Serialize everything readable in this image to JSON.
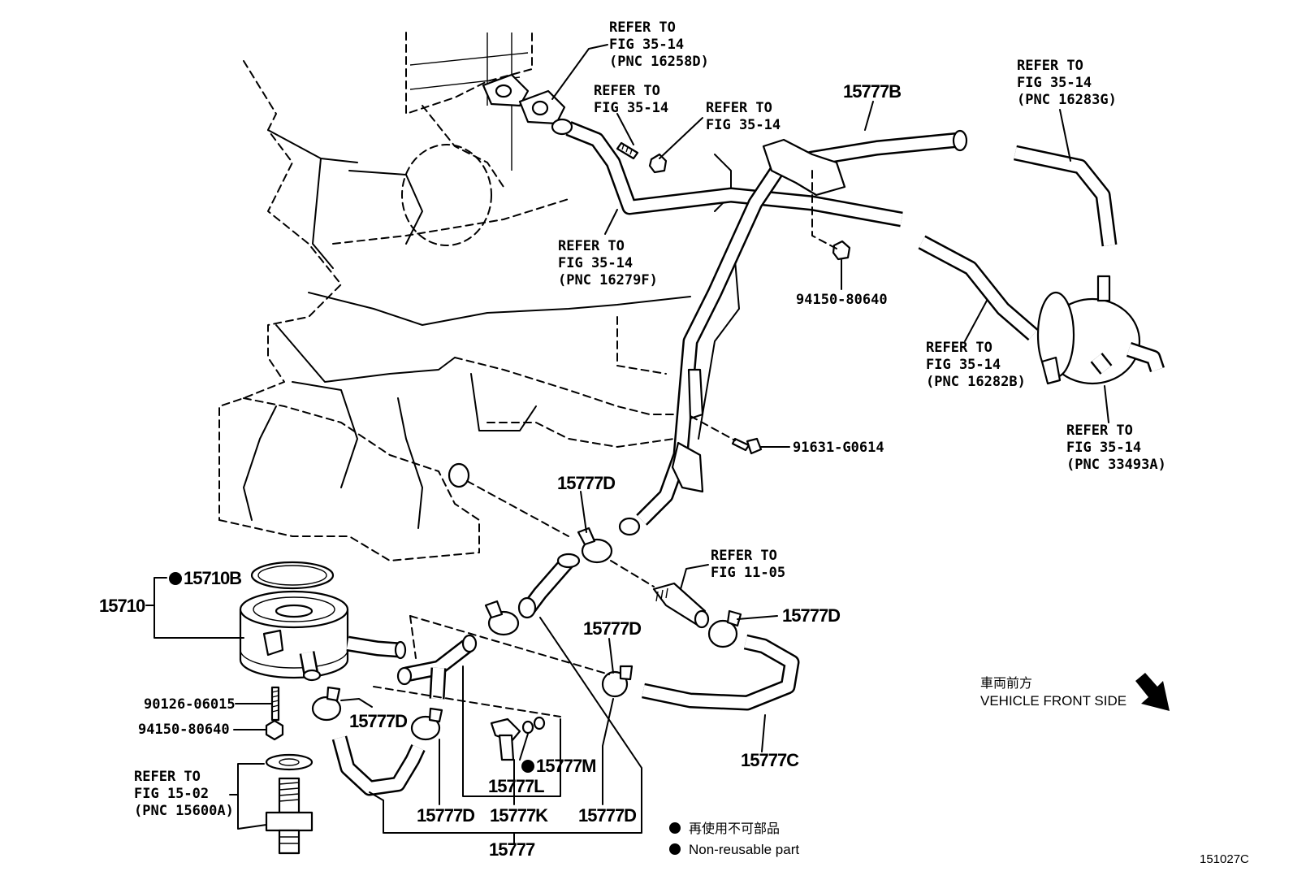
{
  "refs": {
    "r16258d": [
      "REFER TO",
      "FIG 35-14",
      "(PNC 16258D)"
    ],
    "r_bolt": [
      "REFER TO",
      "FIG 35-14"
    ],
    "r_nut": [
      "REFER TO",
      "FIG 35-14"
    ],
    "r16283g": [
      "REFER TO",
      "FIG 35-14",
      "(PNC 16283G)"
    ],
    "r16279f": [
      "REFER TO",
      "FIG 35-14",
      "(PNC 16279F)"
    ],
    "r16282b": [
      "REFER TO",
      "FIG 35-14",
      "(PNC 16282B)"
    ],
    "r33493a": [
      "REFER TO",
      "FIG 35-14",
      "(PNC 33493A)"
    ],
    "r1105": [
      "REFER TO",
      "FIG 11-05"
    ],
    "r15600a": [
      "REFER TO",
      "FIG 15-02",
      "(PNC 15600A)"
    ]
  },
  "parts": {
    "p15777b": "15777B",
    "p94150_top": "94150-80640",
    "p91631": "91631-G0614",
    "p15777d_a": "15777D",
    "p15710b": "15710B",
    "p15710": "15710",
    "p15777d_b": "15777D",
    "p15777d_c": "15777D",
    "p90126": "90126-06015",
    "p15777d_d": "15777D",
    "p94150_bot": "94150-80640",
    "p15777m": "15777M",
    "p15777l": "15777L",
    "p15777c": "15777C",
    "p15777d_e": "15777D",
    "p15777k": "15777K",
    "p15777d_f": "15777D",
    "p15777": "15777"
  },
  "direction": {
    "jp": "車両前方",
    "en": "VEHICLE FRONT SIDE"
  },
  "legend": {
    "jp": "再使用不可部品",
    "en": "Non-reusable part"
  },
  "figure_id": "151027C"
}
